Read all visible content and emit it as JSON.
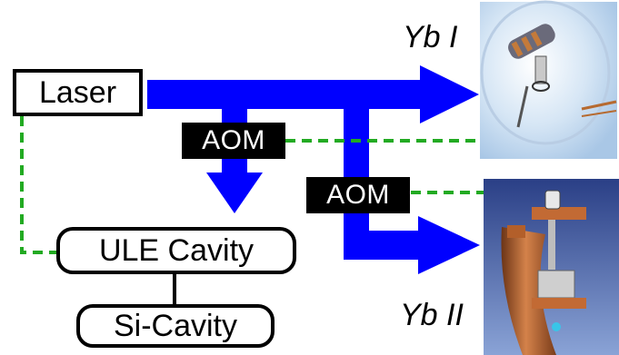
{
  "nodes": {
    "laser": "Laser",
    "ule_cavity": "ULE Cavity",
    "si_cavity": "Si-Cavity",
    "aom_1": "AOM",
    "aom_2": "AOM",
    "yb1": "Yb I",
    "yb2": "Yb II"
  },
  "colors": {
    "beam": "#0000ff",
    "lock_line": "#22aa22",
    "box_border": "#000000",
    "aom_bg": "#000000",
    "aom_text": "#ffffff"
  },
  "images": {
    "yb1_photo": "vacuum-chamber-oven-photo",
    "yb2_photo": "copper-atom-trap-assembly-photo"
  }
}
